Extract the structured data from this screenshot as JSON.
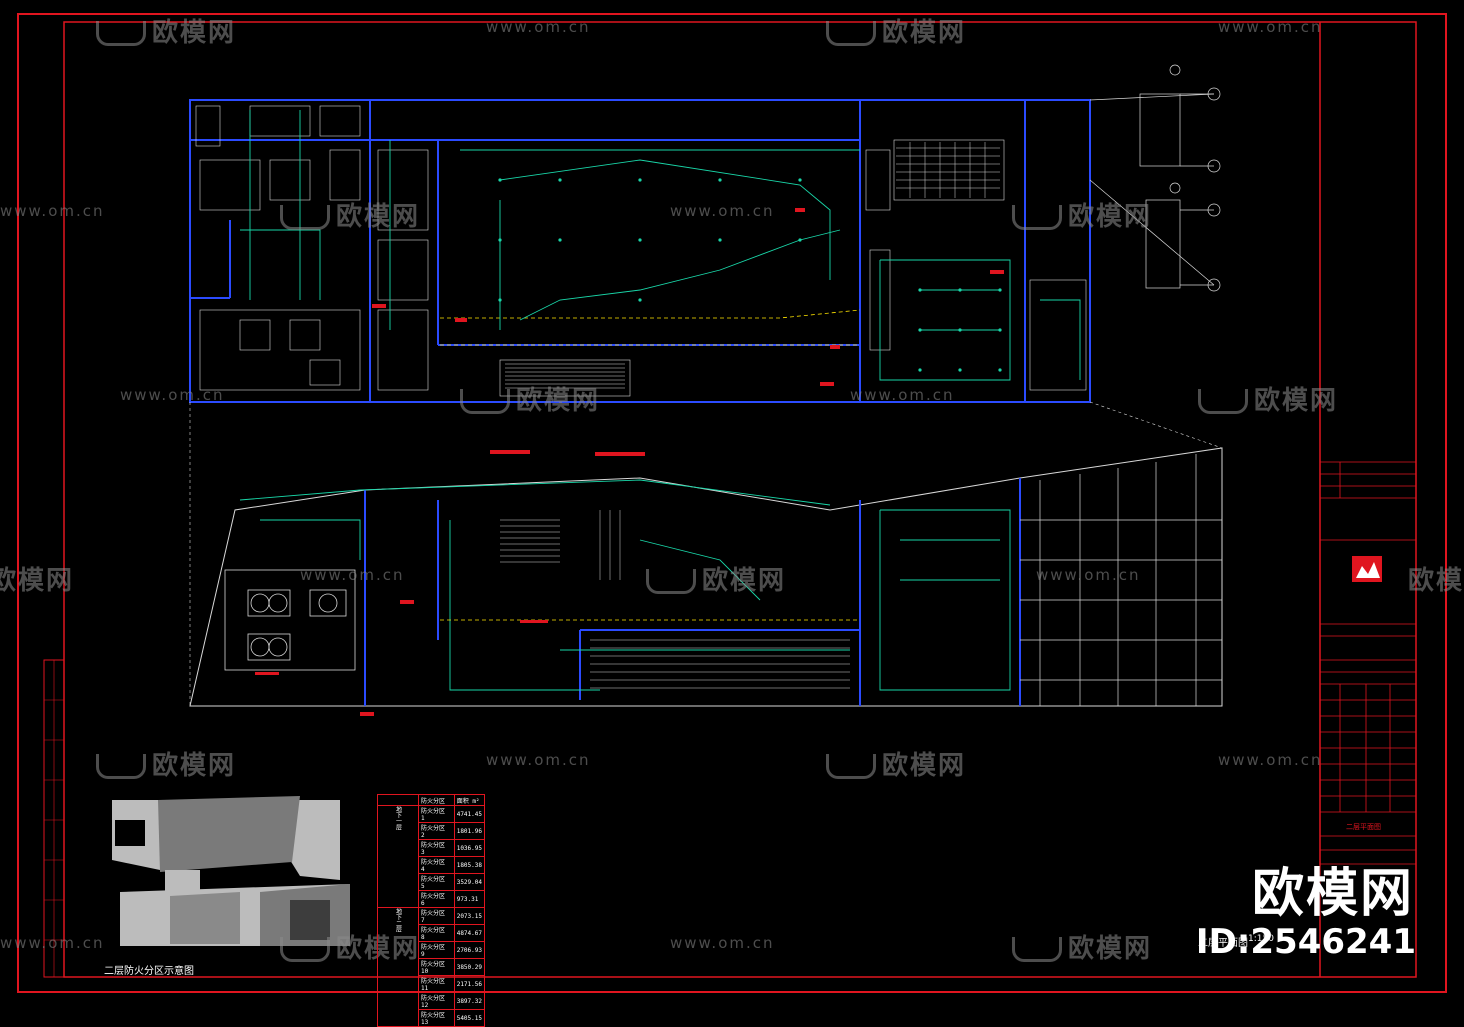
{
  "watermarks": {
    "brand_text": "欧模网",
    "url_text": "www.om.cn"
  },
  "branding": {
    "brand_large": "欧模网",
    "id_text": "ID:2546241"
  },
  "fire_zone_table": {
    "headers": [
      "防火分区",
      "面积 m²"
    ],
    "floor_label_a": "地下一层",
    "floor_label_b": "地下二层",
    "rows": [
      {
        "name": "防火分区 1",
        "area": "4741.45"
      },
      {
        "name": "防火分区 2",
        "area": "1801.96"
      },
      {
        "name": "防火分区 3",
        "area": "1036.95"
      },
      {
        "name": "防火分区 4",
        "area": "1805.38"
      },
      {
        "name": "防火分区 5",
        "area": "3529.04"
      },
      {
        "name": "防火分区 6",
        "area": "973.31"
      },
      {
        "name": "防火分区 7",
        "area": "2073.15"
      },
      {
        "name": "防火分区 8",
        "area": "4874.67"
      },
      {
        "name": "防火分区 9",
        "area": "2706.93"
      },
      {
        "name": "防火分区 10",
        "area": "3850.29"
      },
      {
        "name": "防火分区 11",
        "area": "2171.56"
      },
      {
        "name": "防火分区 12",
        "area": "3897.32"
      },
      {
        "name": "防火分区 13",
        "area": "5405.15"
      }
    ]
  },
  "labels": {
    "diagram_caption": "二层防火分区示意图",
    "plan_caption": "二层平面图",
    "scale": "1:150",
    "sheet_name": "二层平面图"
  },
  "colors": {
    "border": "#e0151f",
    "wall": "#2b4bff",
    "wire": "#19d6a8",
    "accent": "#ffe400"
  }
}
